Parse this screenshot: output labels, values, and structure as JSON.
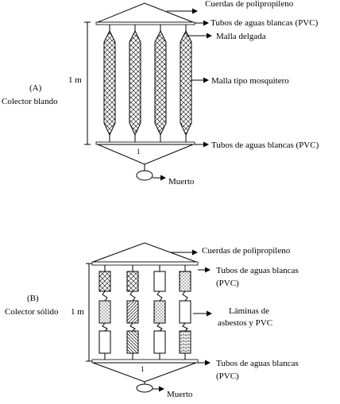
{
  "panel_a": {
    "letter": "(A)",
    "name": "Colector blando",
    "height_label": "1 m",
    "one_label": "1",
    "labels": {
      "cuerdas": "Cuerdas de polipropileno",
      "tubos_top": "Tubos de aguas blancas (PVC)",
      "malla_delgada": "Malla delgada",
      "malla_mosquitero": "Malla tipo mosquitero",
      "tubos_bottom": "Tubos de aguas blancas (PVC)",
      "muerto": "Muerto"
    }
  },
  "panel_b": {
    "letter": "(B)",
    "name": "Colector sólido",
    "height_label": "1 m",
    "one_label": "1",
    "labels": {
      "cuerdas": "Cuerdas de polipropileno",
      "tubos_top_1": "Tubos de aguas blancas",
      "tubos_top_2": "(PVC)",
      "laminas_1": "Láminas  de",
      "laminas_2": "asbestos y PVC",
      "tubos_bottom_1": "Tubos de aguas blancas",
      "tubos_bottom_2": "(PVC)",
      "muerto": "Muerto"
    }
  }
}
